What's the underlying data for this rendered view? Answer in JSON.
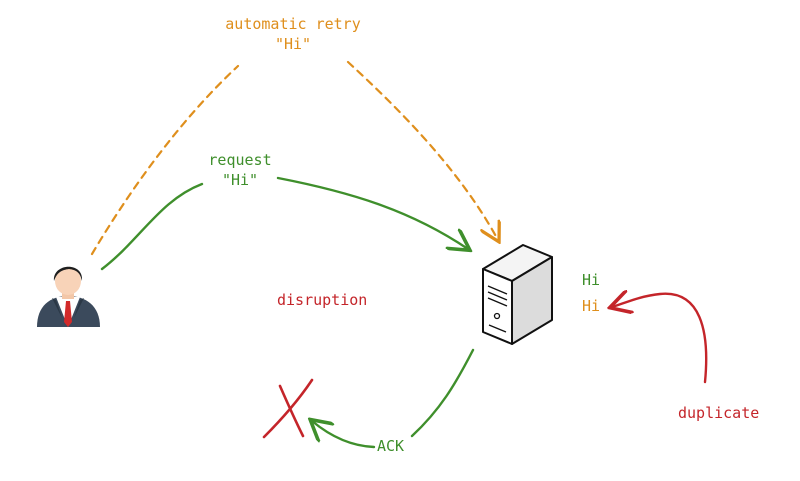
{
  "colors": {
    "retry": "#df8f1d",
    "request": "#3f8f2c",
    "error": "#c4252a"
  },
  "labels": {
    "retry_line1": "automatic retry",
    "retry_line2": "\"Hi\"",
    "request_line1": "request",
    "request_line2": "\"Hi\"",
    "disruption": "disruption",
    "ack": "ACK",
    "duplicate": "duplicate",
    "server_msg_1": "Hi",
    "server_msg_2": "Hi"
  },
  "icons": {
    "client": "user-icon",
    "server": "server-icon",
    "failure": "x-mark-icon"
  }
}
